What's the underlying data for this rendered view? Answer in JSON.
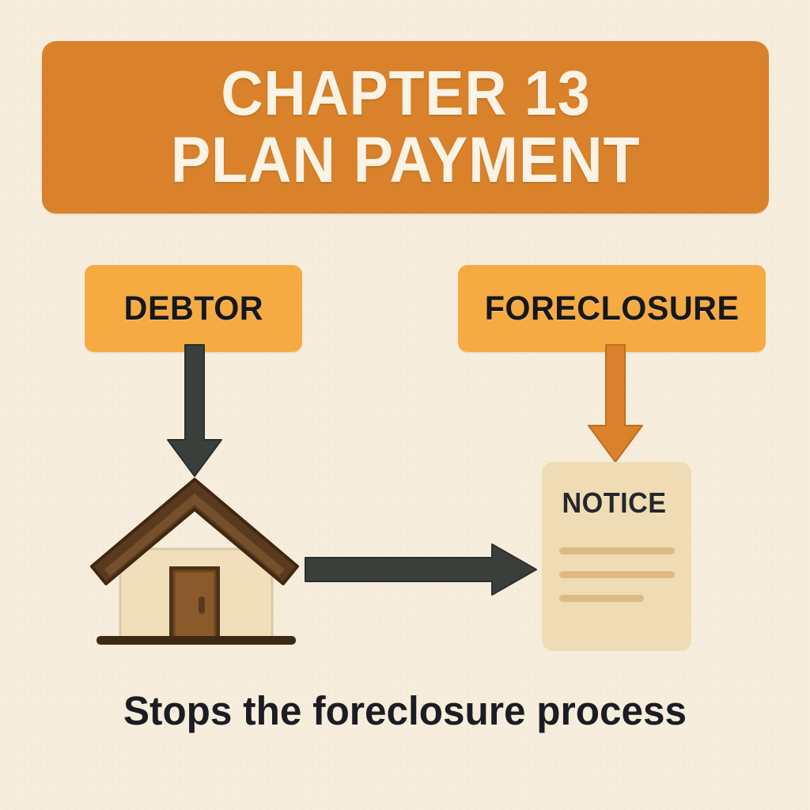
{
  "page": {
    "background_color": "#f7eddc",
    "caption": "Stops the foreclosure process"
  },
  "banner": {
    "background_color": "#d9822b",
    "text_color": "#faf3e6",
    "line1": "CHAPTER 13",
    "line2": "PLAN PAYMENT"
  },
  "boxes": {
    "accent_color": "#f5ab42",
    "debtor": {
      "label": "DEBTOR"
    },
    "foreclosure": {
      "label": "FORECLOSURE"
    }
  },
  "arrows": {
    "debtor_to_house": {
      "direction": "down",
      "color": "#3a3f3c"
    },
    "foreclosure_to_notice": {
      "direction": "down",
      "color": "#d9822b"
    },
    "house_to_notice": {
      "direction": "right",
      "color": "#3a3f3c"
    }
  },
  "house": {
    "roof_color": "#5a3a1e",
    "roof_inner_color": "#7a5530",
    "wall_color": "#f0dfba",
    "door_color": "#8a5a2b",
    "ground_color": "#3e2a14"
  },
  "notice": {
    "title": "NOTICE",
    "paper_color": "#efdcb4",
    "line_color": "#ddba85",
    "lines": [
      {
        "width": 146
      },
      {
        "width": 146
      },
      {
        "width": 107
      }
    ]
  }
}
